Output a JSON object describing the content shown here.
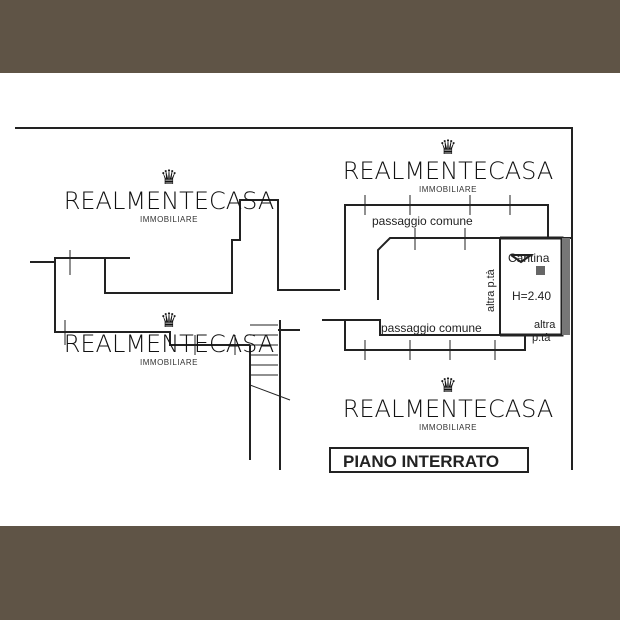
{
  "plan": {
    "labels": {
      "passage_top": "passaggio comune",
      "passage_bottom": "passaggio comune",
      "cellar": "Cantina",
      "height": "H=2.40",
      "other_property_left": "altra p.tà",
      "other_property_right_1": "altra",
      "other_property_right_2": "p.tà",
      "floor_title": "PIANO INTERRATO"
    }
  },
  "watermark": {
    "name": "REALMENTECASA",
    "subtitle": "IMMOBILIARE",
    "icon": "crown-icon"
  }
}
